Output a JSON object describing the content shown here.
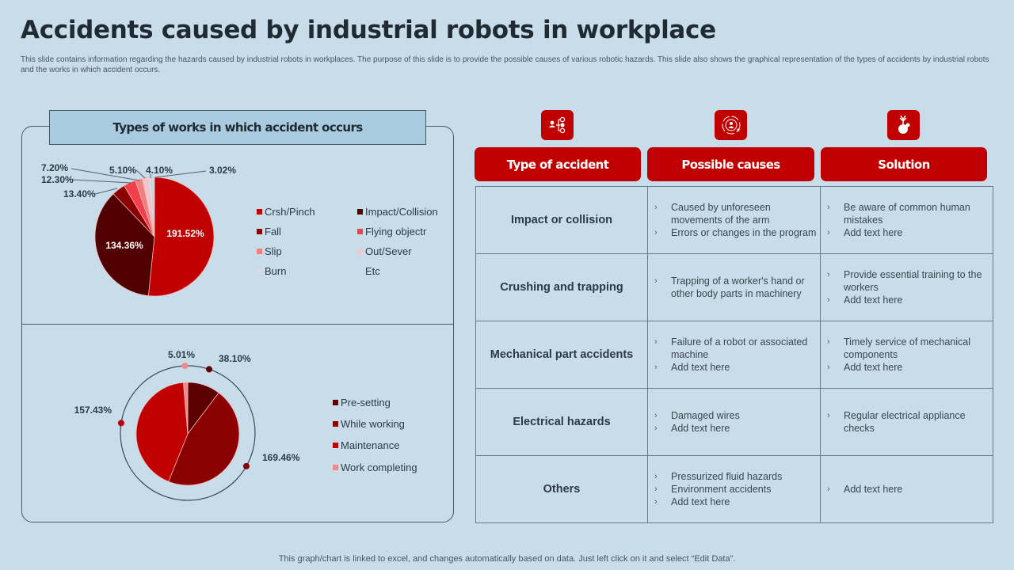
{
  "page": {
    "title": "Accidents caused by industrial robots in workplace",
    "subtitle": "This slide contains information regarding the hazards caused by industrial robots in  workplaces. The purpose of this slide is to provide the possible causes of various robotic hazards. This slide also shows the graphical representation of the types of accidents by industrial robots and the works in which accident occurs.",
    "footer": "This graph/chart is linked to excel,  and changes automatically based on data. Just left click on it and select “Edit Data”."
  },
  "left_panel": {
    "heading": "Types of works in which accident occurs"
  },
  "chart_data": [
    {
      "type": "pie",
      "title": "Types of accidents",
      "categories": [
        "Crsh/Pinch",
        "Impact/Collision",
        "Fall",
        "Flying objectr",
        "Slip",
        "Out/Sever",
        "Burn",
        "Etc"
      ],
      "values": [
        191.52,
        134.36,
        13.4,
        12.3,
        7.2,
        5.1,
        4.1,
        3.02
      ],
      "labels": [
        "191.52%",
        "134.36%",
        "13.40%",
        "12.30%",
        "7.20%",
        "5.10%",
        "4.10%",
        "3.02%"
      ],
      "colors": [
        "#c00000",
        "#500000",
        "#8b0000",
        "#f2404a",
        "#f08080",
        "#f7c6c9",
        "#d5dde3",
        "#c8dde9"
      ],
      "legend_position": "right"
    },
    {
      "type": "pie",
      "title": "Types of works in which accident occurs",
      "categories": [
        "Pre-setting",
        "While working",
        "Maintenance",
        "Work completing"
      ],
      "values": [
        38.1,
        169.46,
        157.43,
        5.01
      ],
      "labels": [
        "38.10%",
        "169.46%",
        "157.43%",
        "5.01%"
      ],
      "colors": [
        "#5a0000",
        "#8b0000",
        "#c00000",
        "#f08a8a"
      ],
      "legend_position": "right"
    }
  ],
  "table": {
    "icons": [
      "workflow-people-icon",
      "target-person-icon",
      "plant-globe-icon"
    ],
    "headers": [
      "Type of accident",
      "Possible causes",
      "Solution"
    ],
    "rows": [
      {
        "type": "Impact or collision",
        "causes": [
          "Caused by unforeseen movements of the arm",
          "Errors or changes in the program"
        ],
        "solutions": [
          "Be aware of common human mistakes",
          "Add text here"
        ]
      },
      {
        "type": "Crushing and trapping",
        "causes": [
          "Trapping of a worker's hand or other body parts in machinery"
        ],
        "solutions": [
          "Provide essential training to the workers",
          "Add text here"
        ]
      },
      {
        "type": "Mechanical part accidents",
        "causes": [
          "Failure of a robot or associated machine",
          "Add text here"
        ],
        "solutions": [
          "Timely service of mechanical components",
          "Add text here"
        ]
      },
      {
        "type": "Electrical hazards",
        "causes": [
          "Damaged wires",
          "Add text here"
        ],
        "solutions": [
          "Regular electrical appliance checks"
        ]
      },
      {
        "type": "Others",
        "causes": [
          "Pressurized fluid hazards",
          "Environment accidents",
          "Add text here"
        ],
        "solutions": [
          "Add text here"
        ]
      }
    ],
    "bullet_glyph": "›"
  }
}
